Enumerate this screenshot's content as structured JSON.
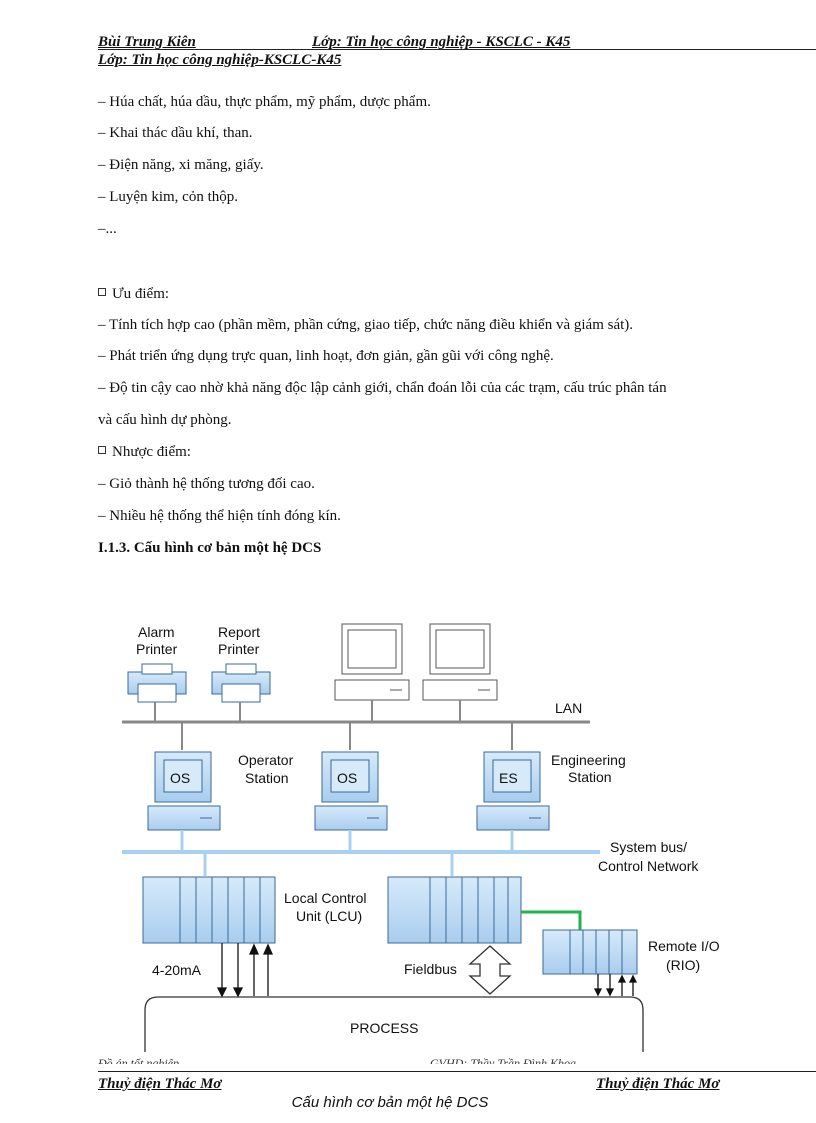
{
  "header": {
    "author": "Bùi Trung Kiên",
    "class_right": "Lớp: Tin học công nghiệp - KSCLC - K45",
    "class_line2": "Lớp: Tin học công nghiệp-KSCLC-K45"
  },
  "lines": [
    "– Húa chất, húa dầu, thực phẩm, mỹ phẩm, dược phẩm.",
    "– Khai thác dầu khí, than.",
    "– Điện năng, xi măng, giấy.",
    "– Luyện kim, cỏn thộp.",
    "–...",
    "Ưu điểm:",
    "– Tính tích hợp cao (phần mềm, phần cứng, giao tiếp, chức năng điều khiển và giám sát).",
    "– Phát triển ứng dụng trực quan, linh hoạt, đơn giản, gần gũi với công nghệ.",
    "– Độ tin cậy cao nhờ khả năng độc lập cảnh giới, chẩn đoán lỗi của các trạm, cấu trúc phân tán",
    "và cấu hình dự phòng.",
    "Nhược điểm:",
    "– Giỏ thành hệ thống tương đối cao.",
    "– Nhiều hệ thống thể hiện tính đóng kín."
  ],
  "heading": "I.1.3. Cấu hình cơ bản một hệ DCS",
  "diagram": {
    "alarm_printer_1": "Alarm",
    "alarm_printer_2": "Printer",
    "report_printer_1": "Report",
    "report_printer_2": "Printer",
    "lan": "LAN",
    "os1": "OS",
    "os2": "OS",
    "es": "ES",
    "operator_1": "Operator",
    "operator_2": "Station",
    "engineering_1": "Engineering",
    "engineering_2": "Station",
    "bus_1": "System bus/",
    "bus_2": "Control Network",
    "lcu_1": "Local Control",
    "lcu_2": "Unit (LCU)",
    "remote_1": "Remote I/O",
    "remote_2": "(RIO)",
    "ma": "4-20mA",
    "fieldbus": "Fieldbus",
    "process": "PROCESS"
  },
  "footer": {
    "left": "Thuỷ điện Thác Mơ",
    "right": "Thuỷ điện Thác Mơ",
    "partial_left": "Đồ án tốt nghiệp",
    "partial_right": "GVHD: Thầy Trần Đình Khoa"
  },
  "caption": "Cấu hình cơ bản một hệ DCS",
  "colors": {
    "device_fill": "#c6dff5",
    "device_stroke": "#3a6a99",
    "bus_color": "#a9d0f0",
    "green_link": "#22b14c"
  }
}
